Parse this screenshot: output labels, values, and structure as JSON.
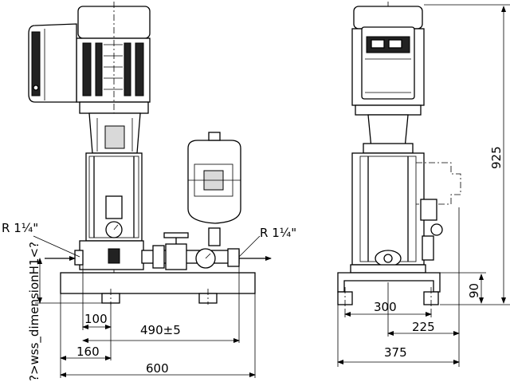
{
  "drawing": {
    "left_view": {
      "inlet_label": "R 1¼\"",
      "outlet_label": "R 1¼\"",
      "height_label": "?>wss_dimensionH1<?",
      "dim_100": "100",
      "dim_490": "490±5",
      "dim_160": "160",
      "dim_600": "600"
    },
    "right_view": {
      "dim_925": "925",
      "dim_90": "90",
      "dim_300": "300",
      "dim_225": "225",
      "dim_375": "375"
    }
  }
}
